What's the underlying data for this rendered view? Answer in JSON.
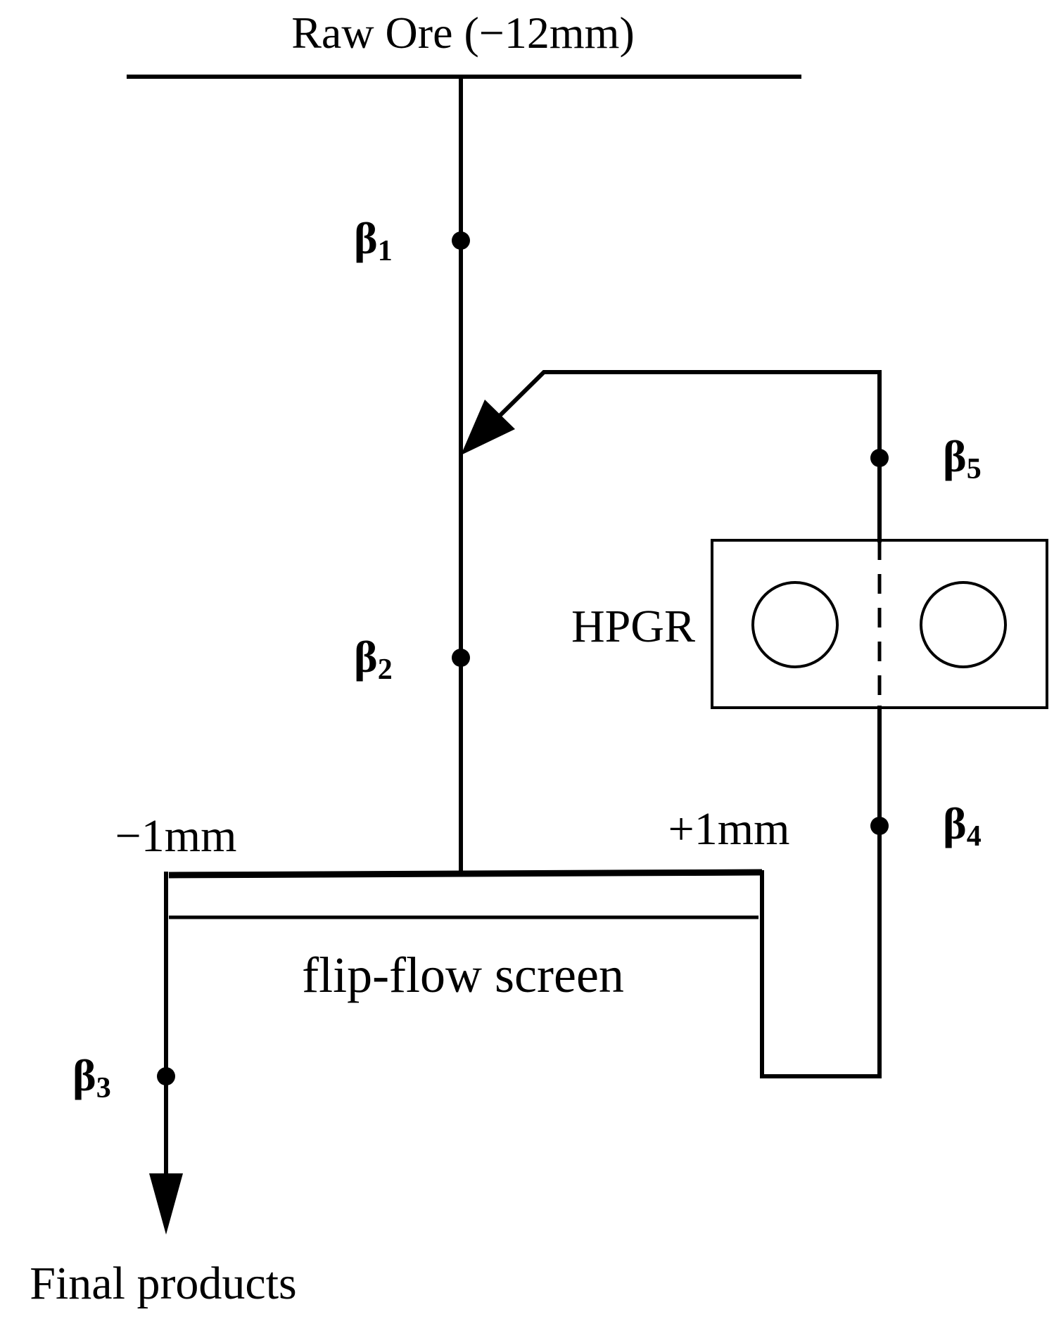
{
  "labels": {
    "raw_ore": "Raw Ore (−12mm)",
    "hpgr": "HPGR",
    "minus_1mm": "−1mm",
    "plus_1mm": "+1mm",
    "screen": "flip-flow screen",
    "final_products": "Final products"
  },
  "sample_points": [
    {
      "symbol": "β",
      "subscript": "1"
    },
    {
      "symbol": "β",
      "subscript": "2"
    },
    {
      "symbol": "β",
      "subscript": "3"
    },
    {
      "symbol": "β",
      "subscript": "4"
    },
    {
      "symbol": "β",
      "subscript": "5"
    }
  ],
  "colors": {
    "line": "#000000",
    "background": "#ffffff"
  }
}
